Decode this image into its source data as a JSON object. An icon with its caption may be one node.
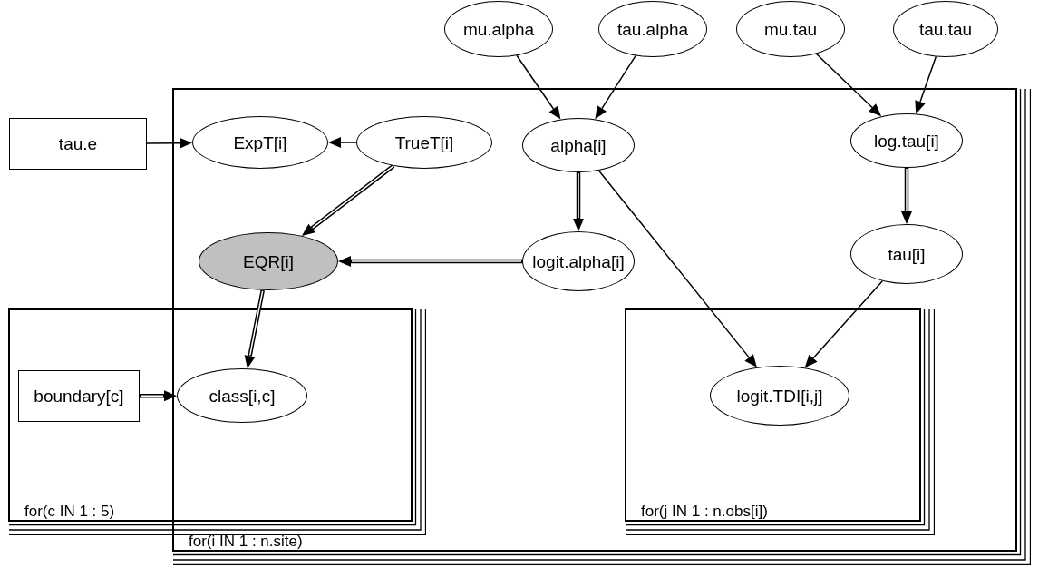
{
  "diagram": {
    "nodes": [
      {
        "text": [
          "mu.alpha"
        ]
      },
      {
        "text": [
          "tau.alpha"
        ]
      },
      {
        "text": [
          "mu.tau"
        ]
      },
      {
        "text": [
          "tau.tau"
        ]
      },
      {
        "text": [
          "for(i IN 1 : n.site)"
        ]
      },
      {
        "text": [
          "tau.e"
        ]
      },
      {
        "text": [
          "ExpT[i]"
        ],
        "in": 4
      },
      {
        "text": [
          "TrueT[i]"
        ],
        "in": 4
      },
      {
        "text": [
          "alpha[i]"
        ],
        "in": 4
      },
      {
        "text": [
          "log.tau[i]"
        ],
        "in": 4
      },
      {
        "text": [
          "EQR[i]"
        ],
        "in": 4
      },
      {
        "text": [
          "logit.alpha[i]"
        ],
        "in": 4
      },
      {
        "text": [
          "tau[i]"
        ],
        "in": 4
      },
      {
        "text": [
          "for(c IN 1 : 5)"
        ]
      },
      {
        "text": [
          "boundary[c]"
        ],
        "in": 13
      },
      {
        "text": [
          "class[i,c]"
        ]
      },
      {
        "text": [
          "for(j IN 1 : n.obs[i])"
        ],
        "in": 4
      },
      {
        "text": [
          "logit.TDI[i,j]"
        ],
        "in": 16
      }
    ],
    "edges": [
      {
        "from": 0,
        "to": 8,
        "arrow": "to"
      },
      {
        "from": 1,
        "to": 8,
        "arrow": "to"
      },
      {
        "from": 2,
        "to": 9,
        "arrow": "to"
      },
      {
        "from": 3,
        "to": 9,
        "arrow": "to"
      },
      {
        "from": 5,
        "to": 6,
        "arrow": "to"
      },
      {
        "from": 7,
        "to": 6,
        "arrow": "to"
      },
      {
        "from": 7,
        "to": 10,
        "arrow": "to",
        "style": "thick"
      },
      {
        "from": 8,
        "to": 11,
        "arrow": "to",
        "style": "thick"
      },
      {
        "from": 11,
        "to": 10,
        "arrow": "to",
        "style": "thick"
      },
      {
        "from": 8,
        "to": 17,
        "arrow": "to"
      },
      {
        "from": 9,
        "to": 12,
        "arrow": "to",
        "style": "thick"
      },
      {
        "from": 12,
        "to": 17,
        "arrow": "to"
      },
      {
        "from": 10,
        "to": 15,
        "arrow": "to",
        "style": "thick"
      },
      {
        "from": 14,
        "to": 15,
        "arrow": "to",
        "style": "thick"
      }
    ]
  }
}
